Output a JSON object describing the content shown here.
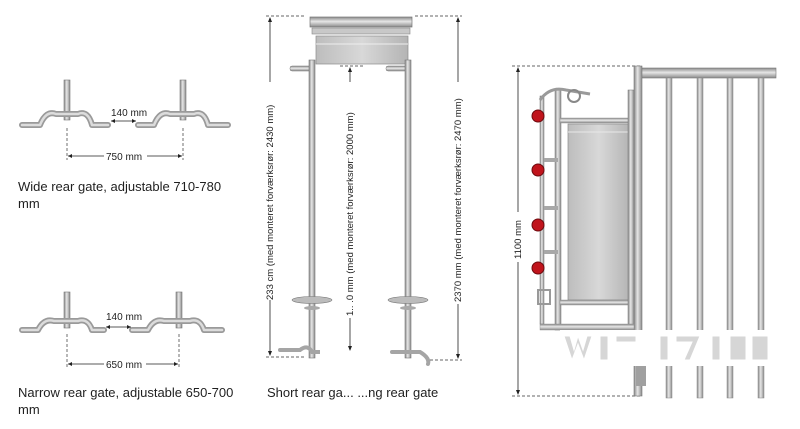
{
  "wide_gate": {
    "gap_label": "140 mm",
    "width_label": "750 mm",
    "caption": "Wide rear gate, adjustable 710-780 mm"
  },
  "narrow_gate": {
    "gap_label": "140 mm",
    "width_label": "650 mm",
    "caption": "Narrow rear gate, adjustable 650-700 mm"
  },
  "gates_front": {
    "dim_left": "233 cm (med monteret forværksrør: 2430 mm)",
    "dim_middle": "1.. .0 mm (med monteret forværksrør: 2000 mm)",
    "dim_right": "2370 mm (med monteret forværksrør: 2470 mm)",
    "caption": "Short rear ga... ...ng rear gate"
  },
  "side_view": {
    "height_label": "1100 mm"
  },
  "colors": {
    "metal": "#b8b8b8",
    "metal_dark": "#7d7d7d",
    "reflector": "#c0141c",
    "dim_line": "#333333"
  }
}
